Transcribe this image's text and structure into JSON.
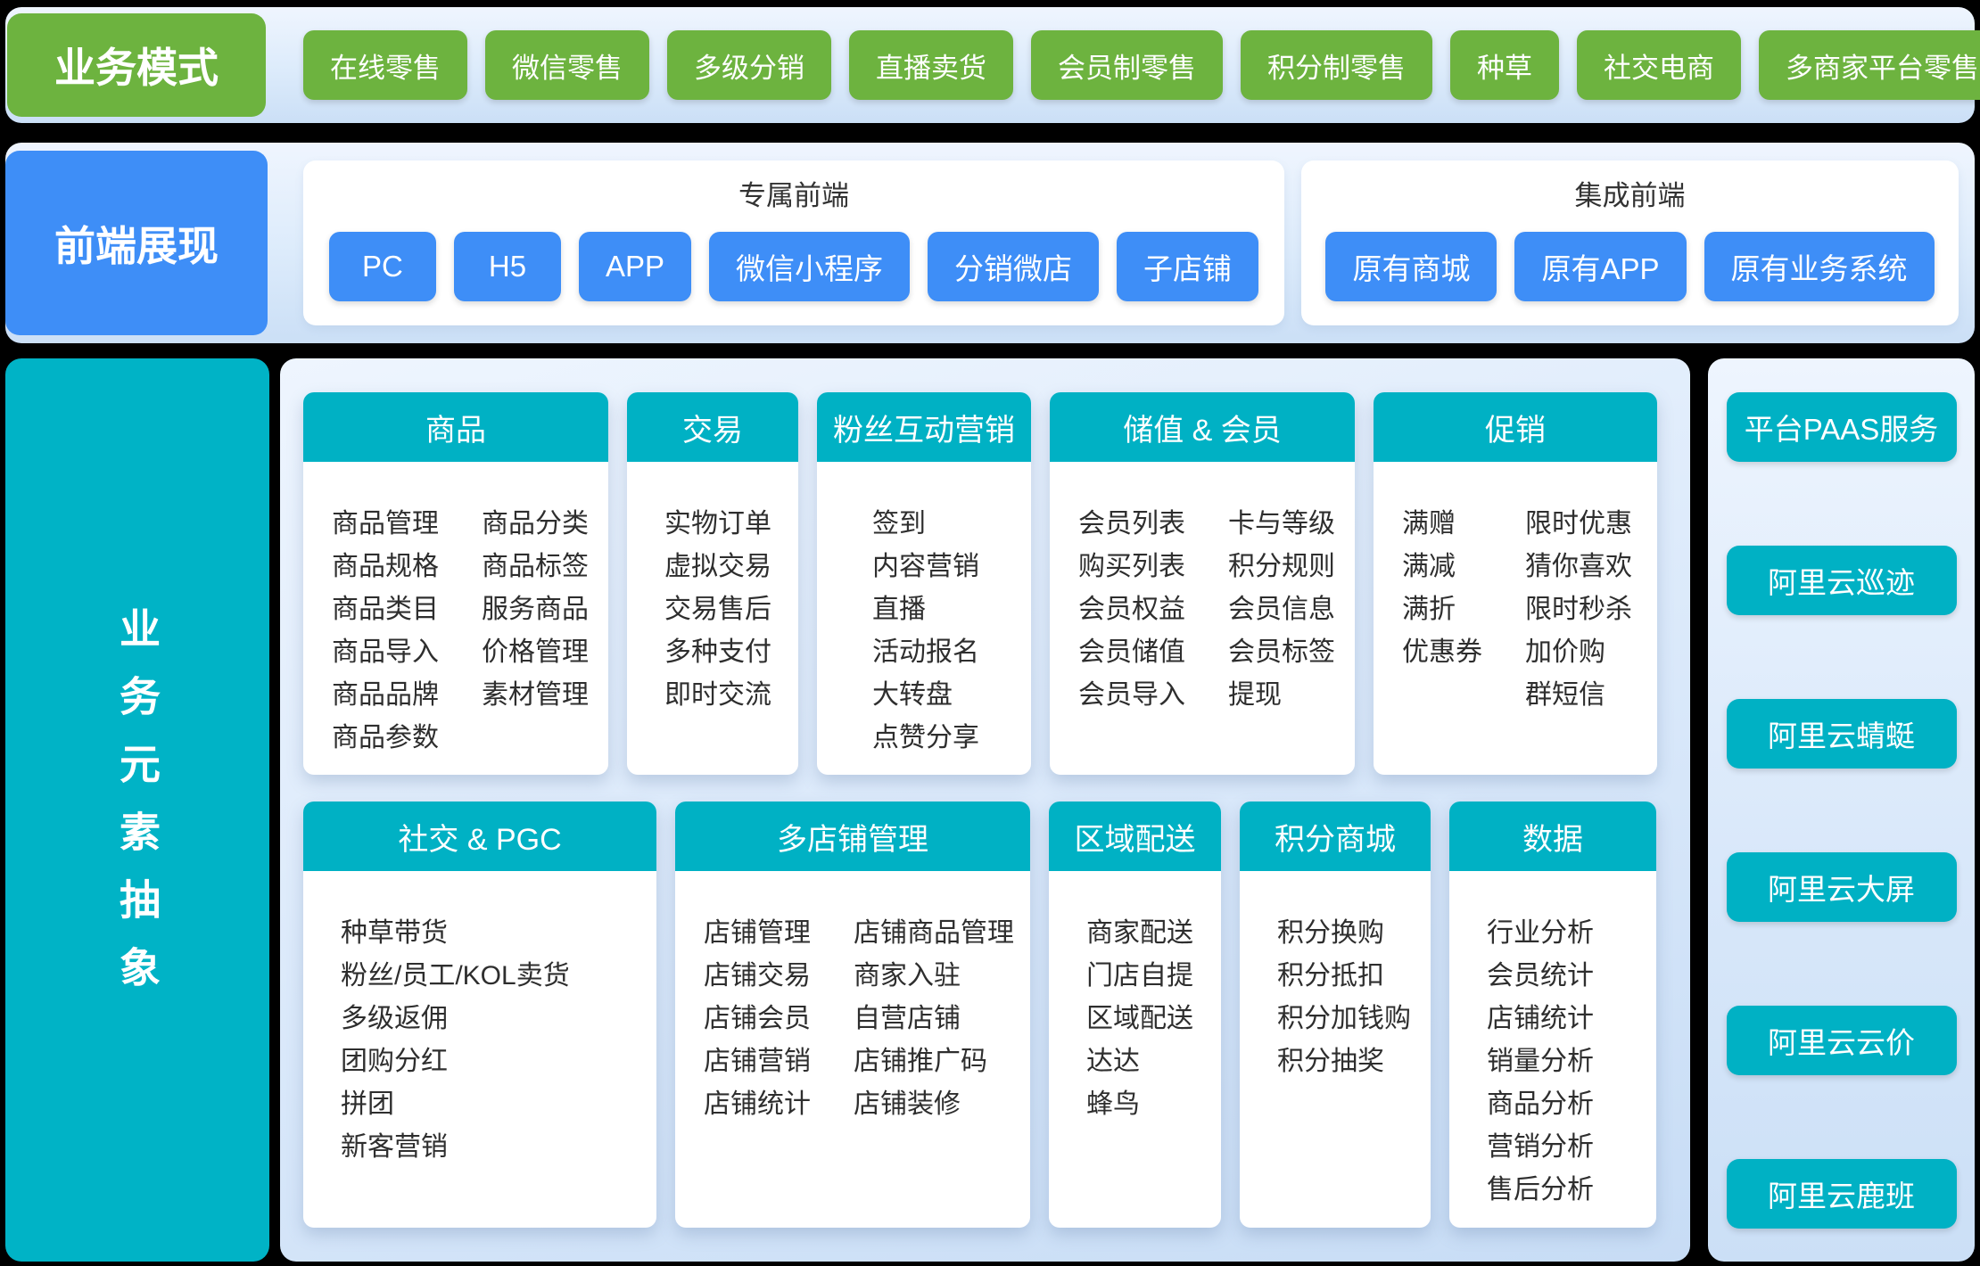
{
  "colors": {
    "green": "#6db33f",
    "blue": "#3e8ef7",
    "teal": "#00b1c4",
    "page_bg": "#000000"
  },
  "business_models": {
    "label": "业务模式",
    "items": [
      "在线零售",
      "微信零售",
      "多级分销",
      "直播卖货",
      "会员制零售",
      "积分制零售",
      "种草",
      "社交电商",
      "多商家平台零售"
    ]
  },
  "frontend": {
    "label": "前端展现",
    "dedicated": {
      "title": "专属前端",
      "items": [
        "PC",
        "H5",
        "APP",
        "微信小程序",
        "分销微店",
        "子店铺"
      ]
    },
    "integrated": {
      "title": "集成前端",
      "items": [
        "原有商城",
        "原有APP",
        "原有业务系统"
      ]
    }
  },
  "abstraction": {
    "label": "业务元素抽象",
    "cards_row1": [
      {
        "title": "商品",
        "columns": [
          [
            "商品管理",
            "商品规格",
            "商品类目",
            "商品导入",
            "商品品牌",
            "商品参数"
          ],
          [
            "商品分类",
            "商品标签",
            "服务商品",
            "价格管理",
            "素材管理"
          ]
        ]
      },
      {
        "title": "交易",
        "columns": [
          [
            "实物订单",
            "虚拟交易",
            "交易售后",
            "多种支付",
            "即时交流"
          ]
        ]
      },
      {
        "title": "粉丝互动营销",
        "columns": [
          [
            "签到",
            "内容营销",
            "直播",
            "活动报名",
            "大转盘",
            "点赞分享"
          ]
        ]
      },
      {
        "title": "储值 & 会员",
        "columns": [
          [
            "会员列表",
            "购买列表",
            "会员权益",
            "会员储值",
            "会员导入"
          ],
          [
            "卡与等级",
            "积分规则",
            "会员信息",
            "会员标签",
            "提现"
          ]
        ]
      },
      {
        "title": "促销",
        "columns": [
          [
            "满赠",
            "满减",
            "满折",
            "优惠券"
          ],
          [
            "限时优惠",
            "猜你喜欢",
            "限时秒杀",
            "加价购",
            "群短信"
          ]
        ]
      }
    ],
    "cards_row2": [
      {
        "title": "社交 & PGC",
        "columns": [
          [
            "种草带货",
            "粉丝/员工/KOL卖货",
            "多级返佣",
            "团购分红",
            "拼团",
            "新客营销"
          ]
        ]
      },
      {
        "title": "多店铺管理",
        "columns": [
          [
            "店铺管理",
            "店铺交易",
            "店铺会员",
            "店铺营销",
            "店铺统计"
          ],
          [
            "店铺商品管理",
            "商家入驻",
            "自营店铺",
            "店铺推广码",
            "店铺装修"
          ]
        ]
      },
      {
        "title": "区域配送",
        "columns": [
          [
            "商家配送",
            "门店自提",
            "区域配送",
            "达达",
            "蜂鸟"
          ]
        ]
      },
      {
        "title": "积分商城",
        "columns": [
          [
            "积分换购",
            "积分抵扣",
            "积分加钱购",
            "积分抽奖"
          ]
        ]
      },
      {
        "title": "数据",
        "columns": [
          [
            "行业分析",
            "会员统计",
            "店铺统计",
            "销量分析",
            "商品分析",
            "营销分析",
            "售后分析"
          ]
        ]
      }
    ]
  },
  "paas": {
    "items": [
      "平台PAAS服务",
      "阿里云巡迹",
      "阿里云蜻蜓",
      "阿里云大屏",
      "阿里云云价",
      "阿里云鹿班"
    ]
  }
}
